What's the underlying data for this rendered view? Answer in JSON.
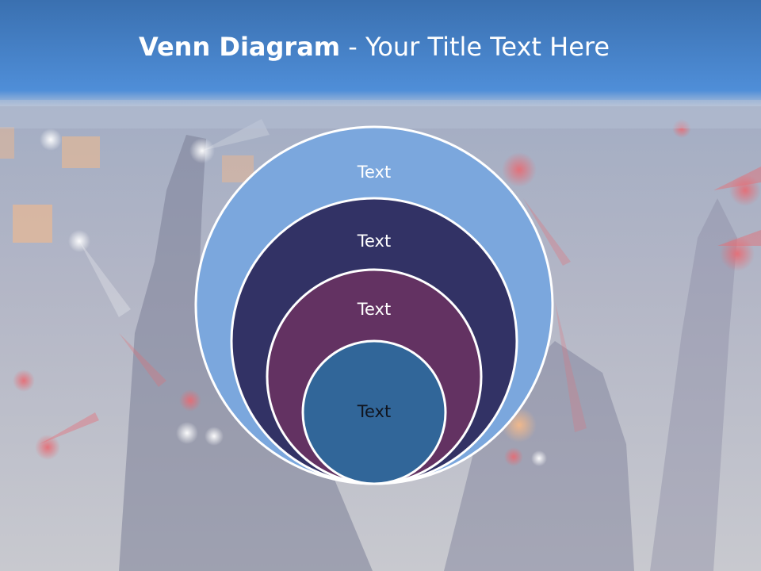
{
  "title": {
    "bold": "Venn Diagram",
    "rest": " - Your Title Text Here"
  },
  "circles": [
    {
      "label": "Text",
      "color": "#7ba7dd"
    },
    {
      "label": "Text",
      "color": "#323265"
    },
    {
      "label": "Text",
      "color": "#633262"
    },
    {
      "label": "Text",
      "color": "#316699"
    }
  ],
  "colors": {
    "header": "#3f79c0",
    "outline": "#ffffff"
  }
}
